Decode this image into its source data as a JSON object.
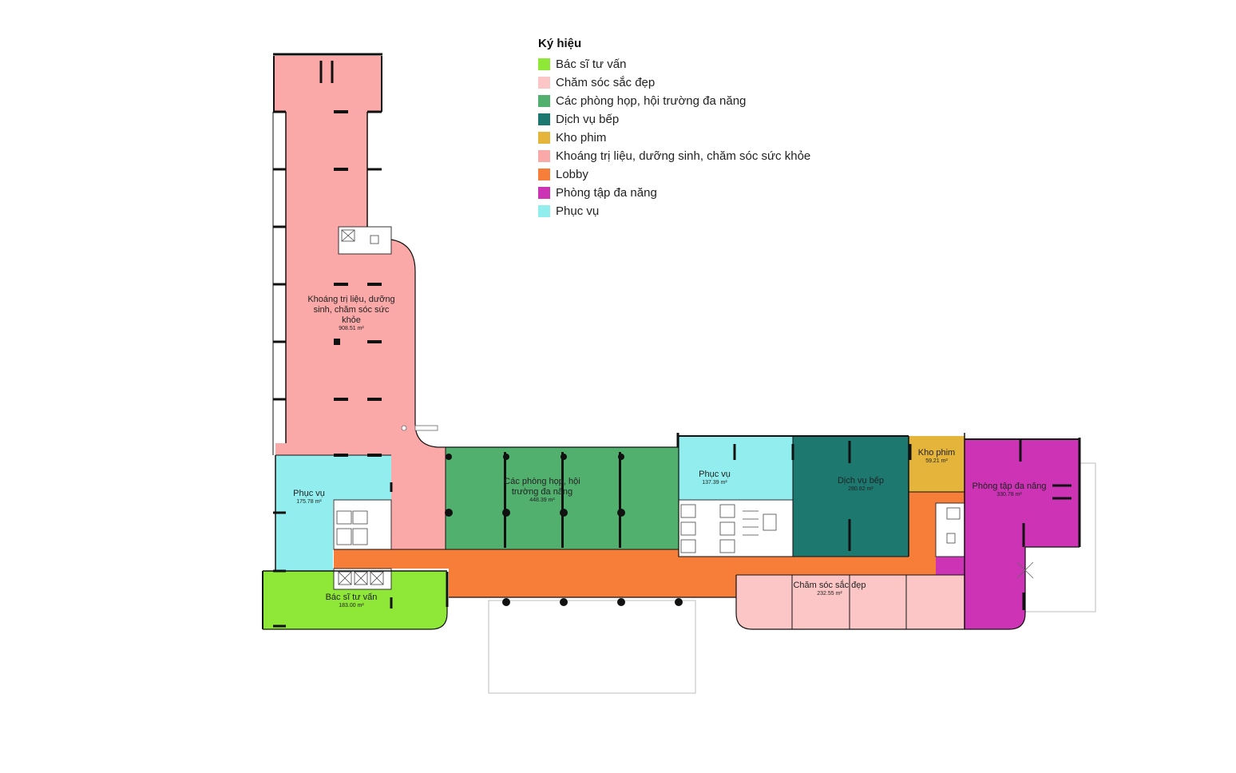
{
  "legend": {
    "title": "Ký hiệu",
    "items": [
      {
        "label": "Bác sĩ tư vấn",
        "color": "#8fe838"
      },
      {
        "label": "Chăm sóc sắc đẹp",
        "color": "#fcc6c6"
      },
      {
        "label": "Các phòng họp, hội trường đa năng",
        "color": "#52b06f"
      },
      {
        "label": "Dịch vụ bếp",
        "color": "#1d7870"
      },
      {
        "label": "Kho phim",
        "color": "#e4b53a"
      },
      {
        "label": "Khoáng trị liệu, dưỡng sinh, chăm sóc sức khỏe",
        "color": "#fba8a8"
      },
      {
        "label": "Lobby",
        "color": "#f77e39"
      },
      {
        "label": "Phòng tập đa năng",
        "color": "#cc33b5"
      },
      {
        "label": "Phục vụ",
        "color": "#92eeee"
      }
    ]
  },
  "rooms": {
    "khoang": {
      "name_lines": [
        "Khoáng trị liệu, dưỡng",
        "sinh, chăm sóc sức",
        "khỏe"
      ],
      "area": "908.51 m²"
    },
    "phucvu_left": {
      "name": "Phục vụ",
      "area": "175.78 m²"
    },
    "bacsi": {
      "name": "Bác sĩ tư vấn",
      "area": "183.00 m²"
    },
    "phonghop": {
      "name_lines": [
        "Các phòng họp, hội",
        "trường đa năng"
      ],
      "area": "448.39 m²"
    },
    "phucvu_mid": {
      "name": "Phục vụ",
      "area": "137.39 m²"
    },
    "dichvubep": {
      "name": "Dịch vụ bếp",
      "area": "280.82 m²"
    },
    "khophim": {
      "name": "Kho phim",
      "area": "59.21 m²"
    },
    "phongtap": {
      "name": "Phòng tập đa năng",
      "area": "330.78 m²"
    },
    "chamsoc": {
      "name": "Chăm sóc sắc đẹp",
      "area": "232.55 m²"
    }
  }
}
